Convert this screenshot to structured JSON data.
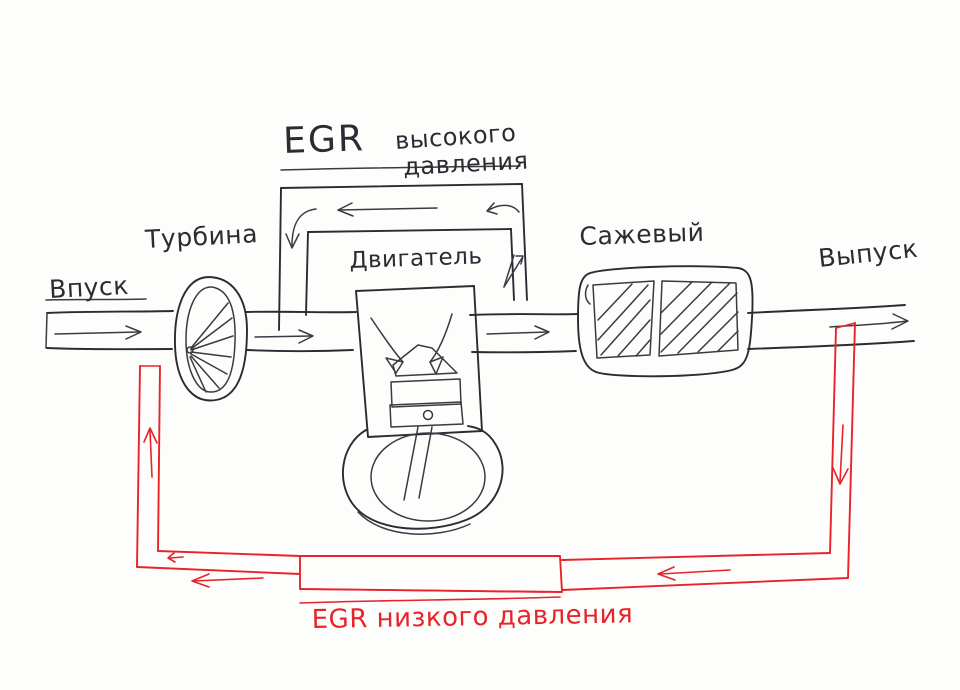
{
  "diagram": {
    "medium": "hand-drawn pen sketch on white paper",
    "subject": "Diesel engine air path with high-pressure and low-pressure EGR loops",
    "ink_colors": {
      "pen": "#2b2b33",
      "low_pressure_loop": "#e8232a",
      "paper": "#fdfdfc"
    }
  },
  "labels": {
    "hp_egr_title_latin": "EGR",
    "hp_egr_title_line1": "высокого",
    "hp_egr_title_line2": "давления",
    "turbine": "Турбина",
    "engine": "Двигатель",
    "particulate_filter": "Сажевый",
    "intake": "Впуск",
    "exhaust": "Выпуск",
    "lp_egr_title": "EGR низкого давления"
  },
  "components": [
    {
      "id": "intake-pipe",
      "name": "Впуск",
      "kind": "duct",
      "flow": "right"
    },
    {
      "id": "turbine",
      "name": "Турбина",
      "kind": "turbocharger",
      "shape": "oval with radial blades"
    },
    {
      "id": "engine",
      "name": "Двигатель",
      "kind": "engine block",
      "shape": "cylinder, valves, piston, crankcase"
    },
    {
      "id": "dpf",
      "name": "Сажевый",
      "kind": "particulate filter",
      "shape": "rounded case with two hatched cells"
    },
    {
      "id": "exhaust-pipe",
      "name": "Выпуск",
      "kind": "duct",
      "flow": "right"
    },
    {
      "id": "hp-egr-loop",
      "name": "EGR высокого давления",
      "kind": "recirculation duct",
      "flow": "right to left"
    },
    {
      "id": "lp-egr-loop",
      "name": "EGR низкого давления",
      "kind": "recirculation duct",
      "flow": "right to left"
    },
    {
      "id": "lp-egr-cooler",
      "name": "EGR cooler / valve block",
      "kind": "rectangular module"
    }
  ],
  "flow_arrows": [
    {
      "on": "intake-pipe",
      "direction": "right"
    },
    {
      "on": "intake-pipe-after-turbine",
      "direction": "right"
    },
    {
      "on": "intake-to-engine",
      "direction": "right"
    },
    {
      "on": "engine-to-dpf",
      "direction": "right"
    },
    {
      "on": "exhaust-pipe",
      "direction": "right"
    },
    {
      "on": "hp-egr-top",
      "direction": "left"
    },
    {
      "on": "hp-egr-left-down",
      "direction": "down"
    },
    {
      "on": "hp-egr-right-in",
      "direction": "down-left"
    },
    {
      "on": "lp-egr-right",
      "direction": "down"
    },
    {
      "on": "lp-egr-bottom-right",
      "direction": "left"
    },
    {
      "on": "lp-egr-bottom-left",
      "direction": "left"
    },
    {
      "on": "lp-egr-left",
      "direction": "up"
    }
  ]
}
